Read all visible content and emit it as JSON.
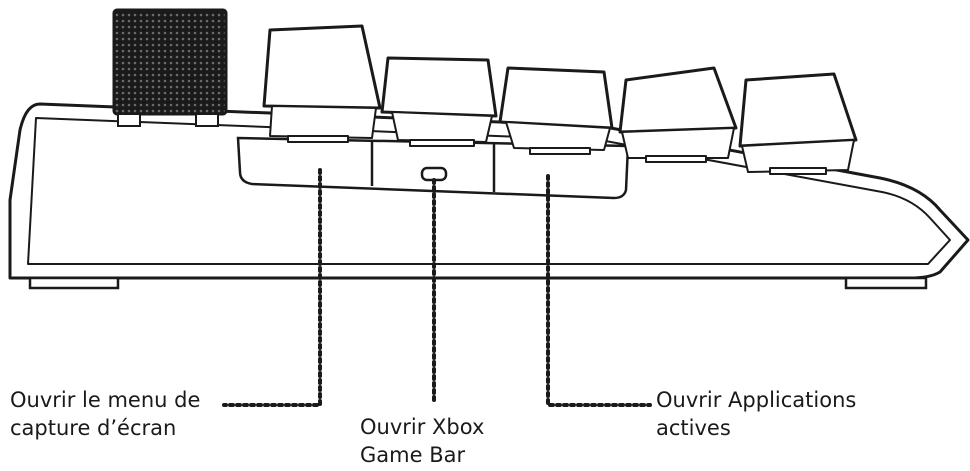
{
  "callouts": {
    "screenshot_menu": {
      "line1": "Ouvrir le menu de",
      "line2": "capture d’écran"
    },
    "xbox_game_bar": {
      "line1": "Ouvrir Xbox",
      "line2": "Game Bar"
    },
    "active_apps": {
      "line1": "Ouvrir Applications",
      "line2": "actives"
    }
  },
  "colors": {
    "line": "#1a1a1a",
    "fill": "#ffffff",
    "key_fill": "#ffffff",
    "grille": "#1a1a1a"
  },
  "icons": {
    "keyboard": "keyboard-side-view-icon"
  }
}
